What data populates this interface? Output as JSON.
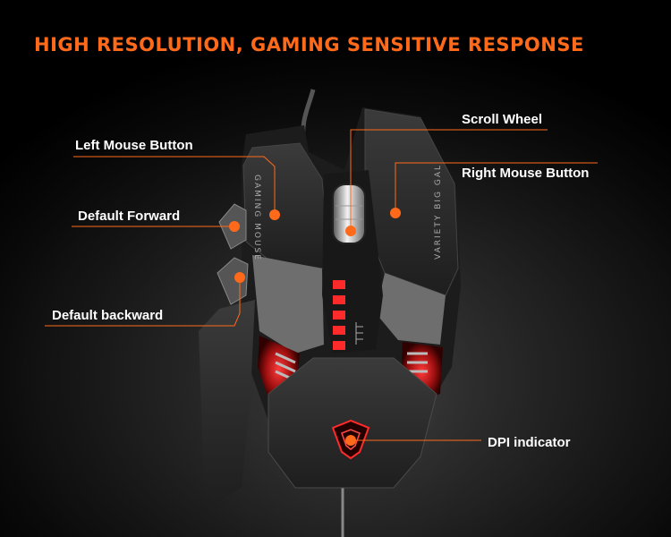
{
  "headline": "HIGH RESOLUTION, GAMING SENSITIVE RESPONSE",
  "callouts": {
    "left_mouse_button": "Left Mouse Button",
    "default_forward": "Default Forward",
    "default_backward": "Default backward",
    "scroll_wheel": "Scroll Wheel",
    "right_mouse_button": "Right Mouse Button",
    "dpi_indicator": "DPI indicator"
  },
  "mouse_print": {
    "left_panel": "GAMING MOUSE",
    "right_panel": "VARIETY BIG GAL"
  },
  "colors": {
    "accent": "#ff6a1a",
    "label_text": "#ffffff",
    "led_red": "#ff2a2a"
  },
  "icons": [
    "logo-icon"
  ]
}
